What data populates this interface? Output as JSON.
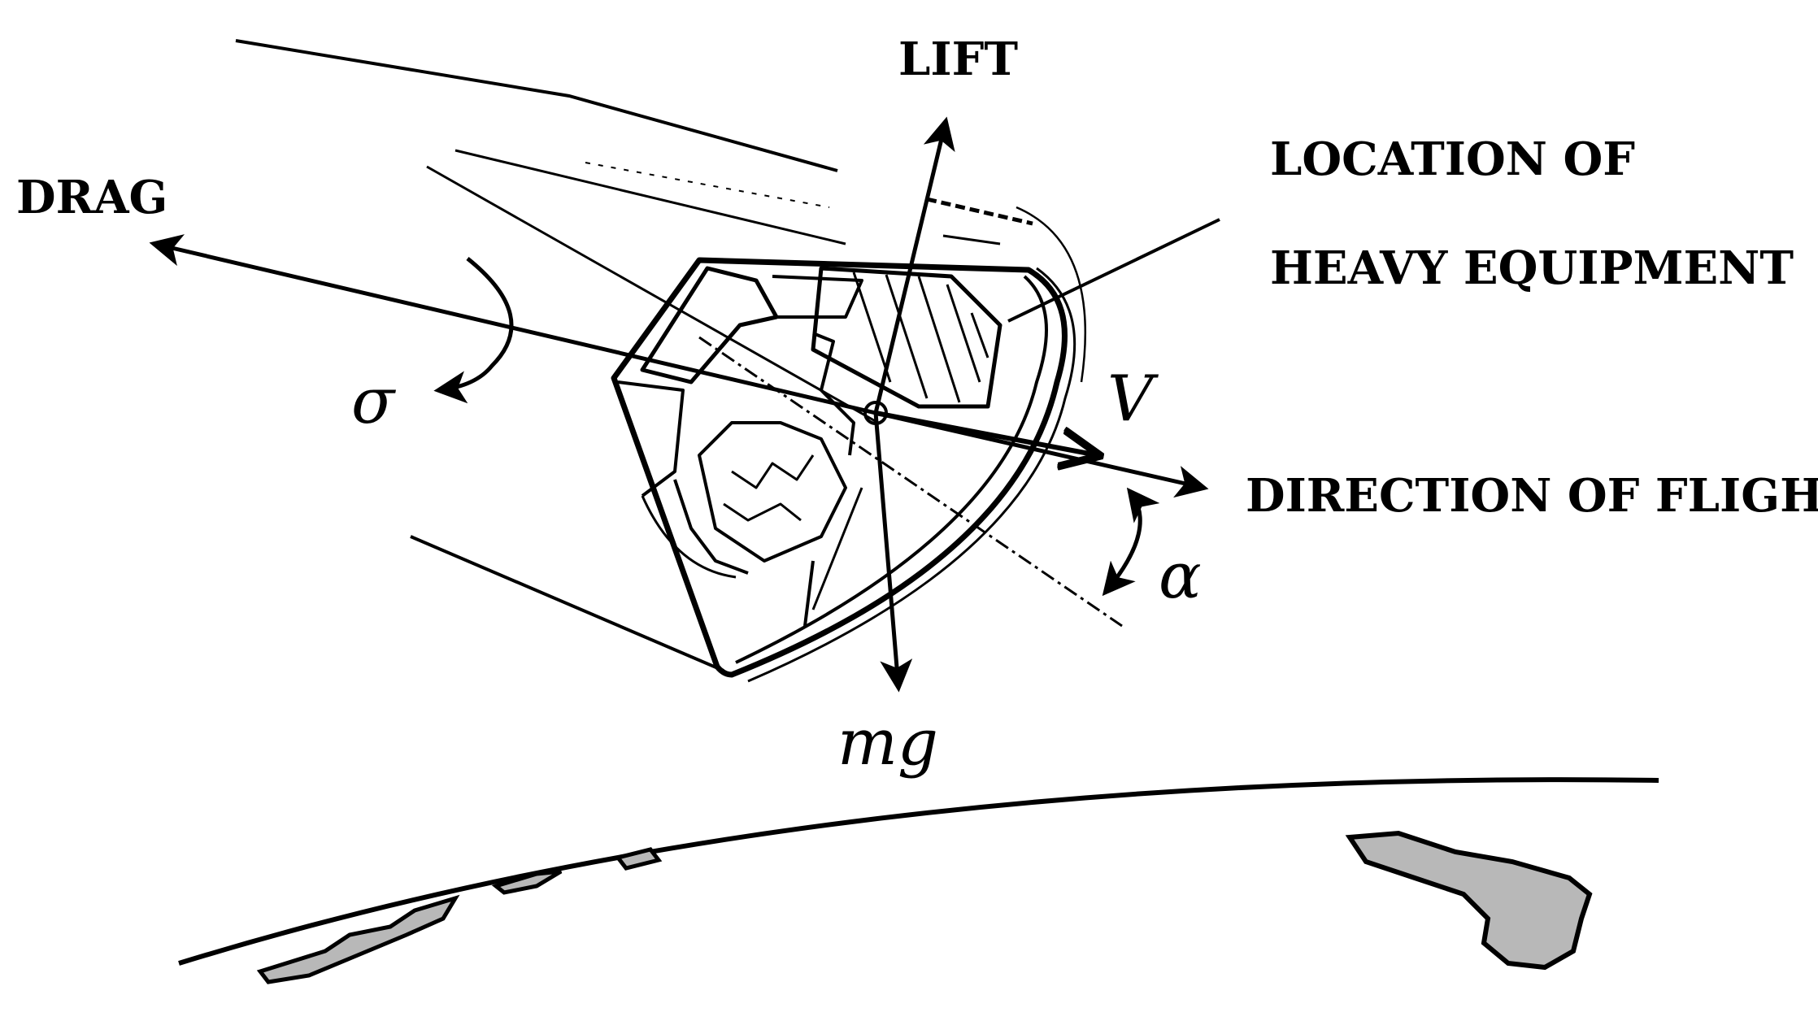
{
  "labels": {
    "lift": "LIFT",
    "drag": "DRAG",
    "location_line1": "LOCATION OF",
    "location_line2": "HEAVY EQUIPMENT",
    "direction": "DIRECTION OF FLIGHT"
  },
  "symbols": {
    "bank_angle": "σ",
    "velocity": "V",
    "angle_of_attack": "α",
    "weight": "mg"
  },
  "colors": {
    "ink": "#000000",
    "background": "#ffffff",
    "land_fill": "#b8b8b8"
  }
}
